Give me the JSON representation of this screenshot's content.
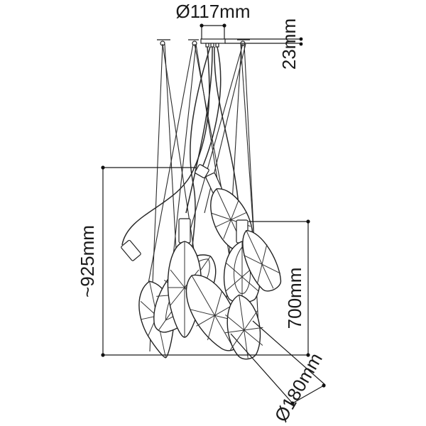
{
  "drawing": {
    "dimensions": {
      "canopy_diameter": "Ø117mm",
      "canopy_height": "23mm",
      "overall_height": "~925mm",
      "cluster_height": "700mm",
      "shade_diameter": "Ø180mm"
    }
  }
}
